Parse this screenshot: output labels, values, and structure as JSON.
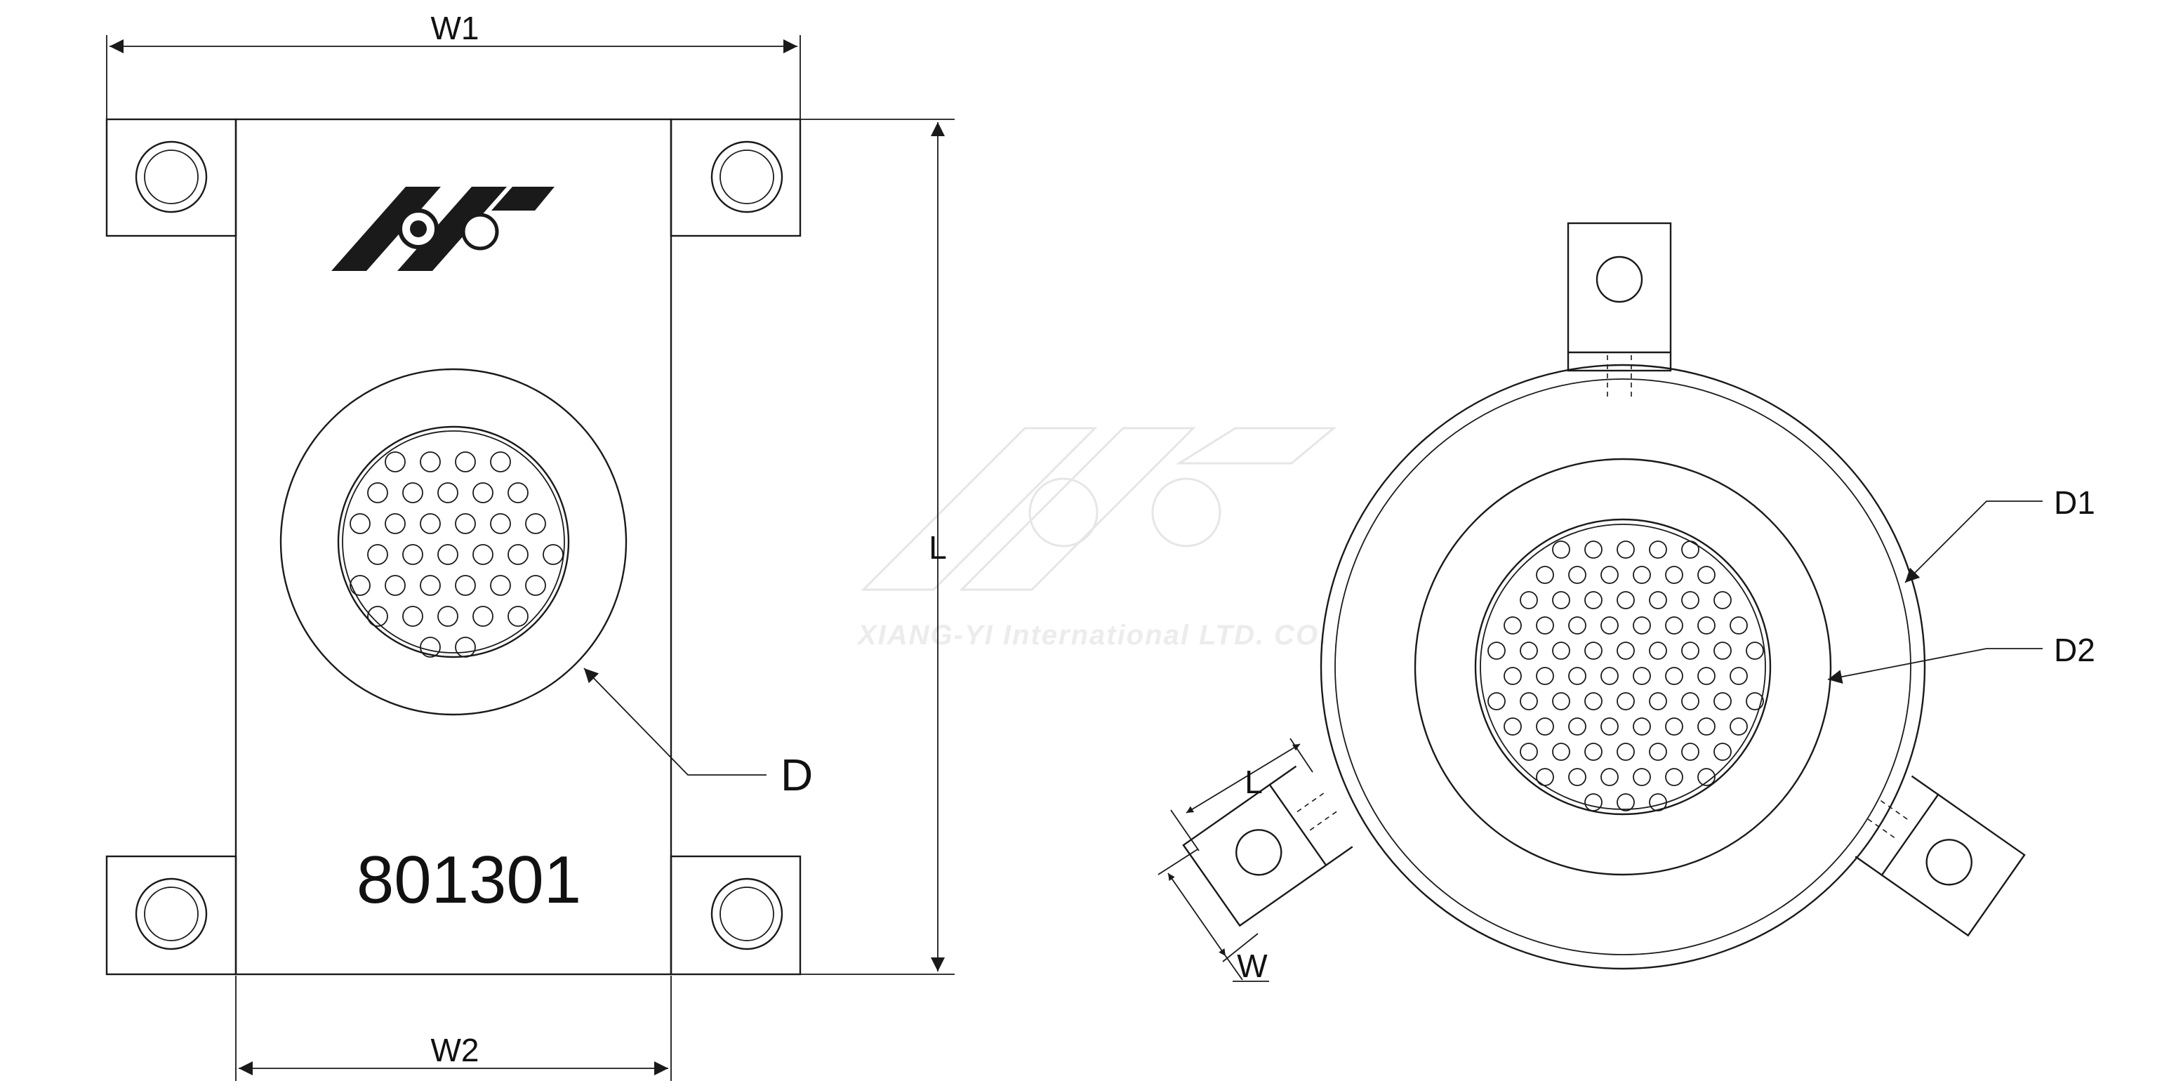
{
  "watermark": {
    "company": "XIANG-YI International LTD. CO."
  },
  "front_view": {
    "part_number": "801301",
    "labels": {
      "width_top": "W1",
      "width_bottom": "W2",
      "length": "L",
      "diameter": "D"
    }
  },
  "top_view": {
    "labels": {
      "outer_diameter": "D1",
      "inner_diameter": "D2",
      "tab_length": "L",
      "tab_width": "W"
    }
  },
  "colors": {
    "line": "#1a1a1a",
    "logo_fill": "#1a1a1a",
    "watermark": "#ececec"
  },
  "icons": {
    "brand_logo": "xiang-yi-logo-icon"
  }
}
